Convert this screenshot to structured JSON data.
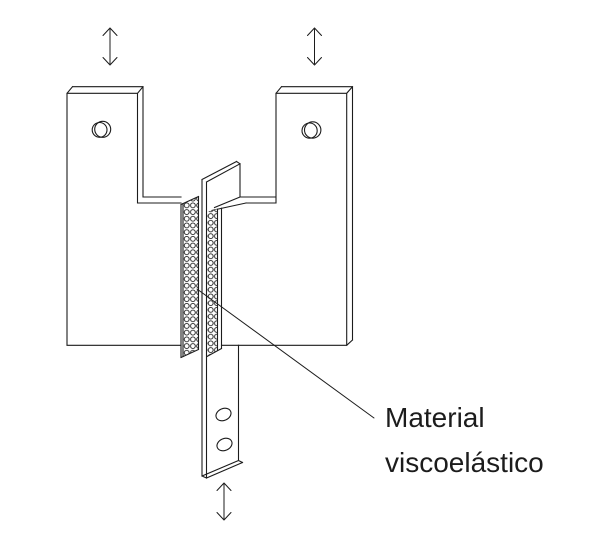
{
  "diagram": {
    "label_material": {
      "line1": "Material",
      "line2": "viscoelástico"
    },
    "icons": {
      "top_left_arrow": "up-down-arrow",
      "top_right_arrow": "up-down-arrow",
      "bottom_arrow": "up-down-arrow"
    },
    "colors": {
      "line": "#1c1c1c",
      "background": "#ffffff"
    }
  }
}
